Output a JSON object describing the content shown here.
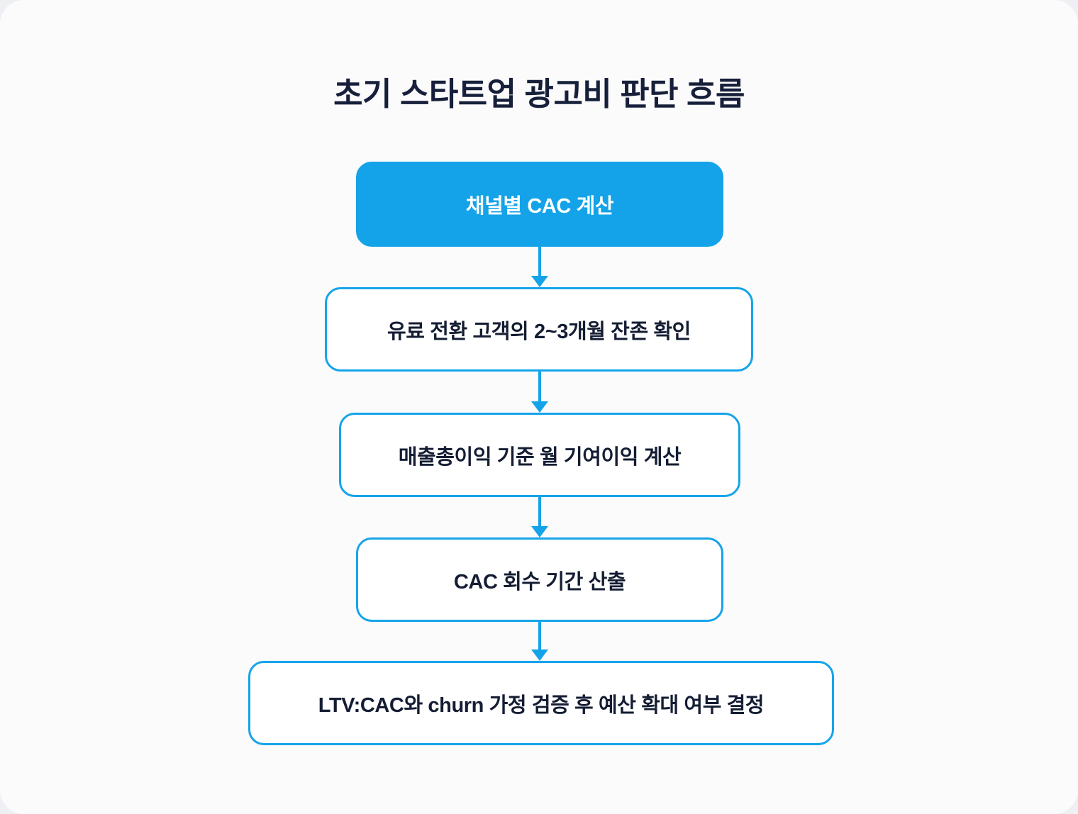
{
  "diagram": {
    "title": "초기 스타트업 광고비 판단 흐름",
    "type": "flowchart",
    "orientation": "vertical",
    "colors": {
      "accent": "#14a3e8",
      "node_border": "#15a4e9",
      "node_fill": "#ffffff",
      "highlight_fill": "#14a3e8",
      "highlight_text": "#ffffff",
      "text": "#141d33",
      "title_text": "#17203a",
      "card_background": "#fbfbfc",
      "page_background": "#eef0f3"
    },
    "nodes": [
      {
        "id": "node-1",
        "label": "채널별 CAC 계산",
        "style": "filled"
      },
      {
        "id": "node-2",
        "label": "유료 전환 고객의 2~3개월 잔존 확인",
        "style": "outlined"
      },
      {
        "id": "node-3",
        "label": "매출총이익 기준 월 기여이익 계산",
        "style": "outlined"
      },
      {
        "id": "node-4",
        "label": "CAC 회수 기간 산출",
        "style": "outlined"
      },
      {
        "id": "node-5",
        "label": "LTV:CAC와 churn 가정 검증 후 예산 확대 여부 결정",
        "style": "outlined"
      }
    ],
    "connectors": [
      {
        "id": "conn-1",
        "from": "node-1",
        "to": "node-2",
        "arrow": "down-arrow-icon"
      },
      {
        "id": "conn-2",
        "from": "node-2",
        "to": "node-3",
        "arrow": "down-arrow-icon"
      },
      {
        "id": "conn-3",
        "from": "node-3",
        "to": "node-4",
        "arrow": "down-arrow-icon"
      },
      {
        "id": "conn-4",
        "from": "node-4",
        "to": "node-5",
        "arrow": "down-arrow-icon"
      }
    ]
  }
}
